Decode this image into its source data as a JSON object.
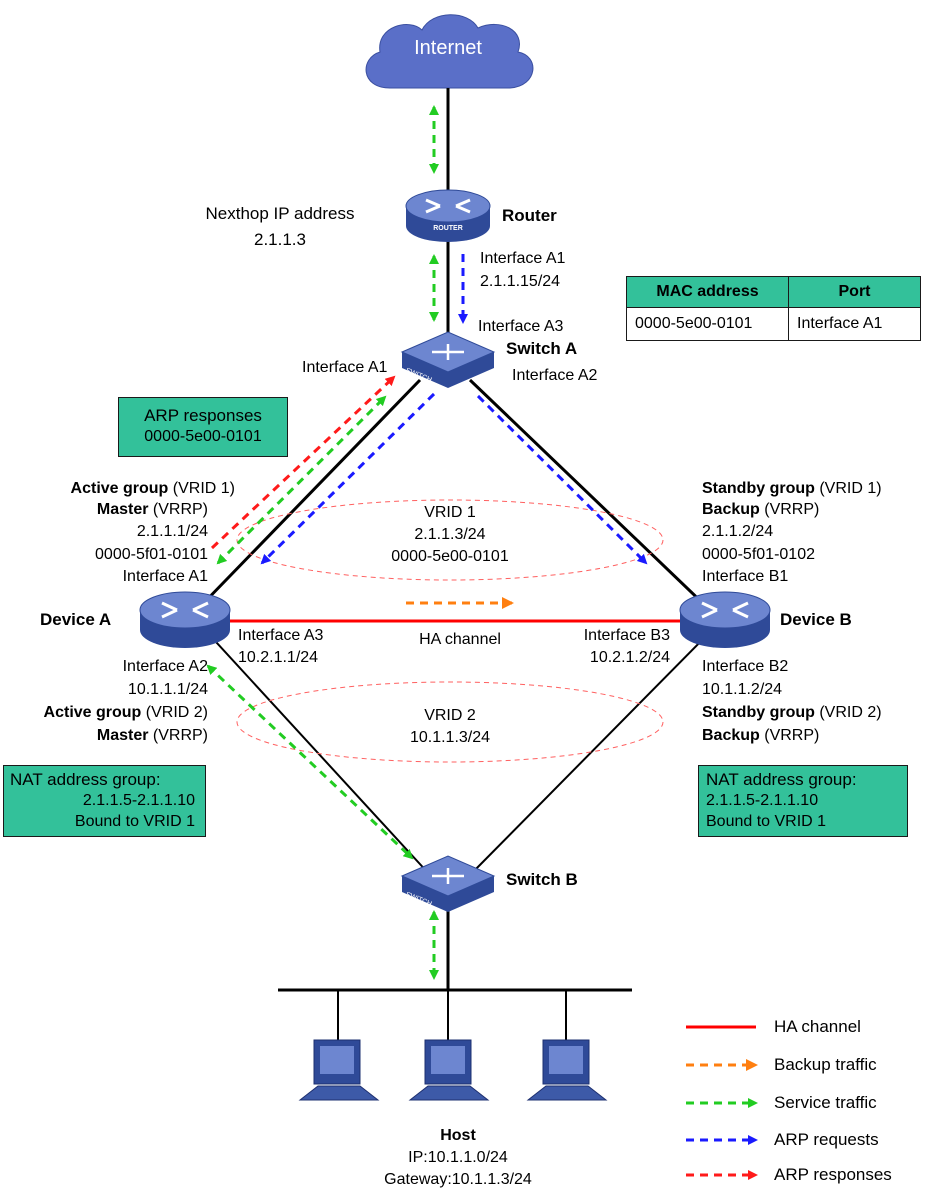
{
  "internet": {
    "label": "Internet"
  },
  "router": {
    "name": "Router",
    "badge": "ROUTER",
    "nexthop_title": "Nexthop IP address",
    "nexthop_ip": "2.1.1.3",
    "if_name": "Interface A1",
    "if_ip": "2.1.1.15/24"
  },
  "switch_a": {
    "name": "Switch A",
    "badge": "SWITCH",
    "if_a3": "Interface A3",
    "if_a1": "Interface A1",
    "if_a2": "Interface A2"
  },
  "switch_b": {
    "name": "Switch B",
    "badge": "SWITCH"
  },
  "mac_table": {
    "headers": [
      "MAC address",
      "Port"
    ],
    "rows": [
      [
        "0000-5e00-0101",
        "Interface A1"
      ]
    ]
  },
  "arp_box": {
    "line1": "ARP responses",
    "line2": "0000-5e00-0101"
  },
  "device_a": {
    "name": "Device A",
    "group1": "Active group",
    "group1_suffix": " (VRID 1)",
    "role1": "Master",
    "role1_suffix": " (VRRP)",
    "ip1": "2.1.1.1/24",
    "mac1": "0000-5f01-0101",
    "if1": "Interface A1",
    "if3": "Interface A3",
    "ip3": "10.2.1.1/24",
    "if2": "Interface A2",
    "ip2": "10.1.1.1/24",
    "group2": "Active group",
    "group2_suffix": " (VRID 2)",
    "role2": "Master",
    "role2_suffix": " (VRRP)"
  },
  "device_b": {
    "name": "Device B",
    "group1": "Standby group",
    "group1_suffix": " (VRID 1)",
    "role1": "Backup",
    "role1_suffix": " (VRRP)",
    "ip1": "2.1.1.2/24",
    "mac1": "0000-5f01-0102",
    "if1": "Interface B1",
    "if3": "Interface B3",
    "ip3": "10.2.1.2/24",
    "if2": "Interface B2",
    "ip2": "10.1.1.2/24",
    "group2": "Standby group",
    "group2_suffix": " (VRID 2)",
    "role2": "Backup",
    "role2_suffix": " (VRRP)"
  },
  "vrid1": {
    "title": "VRID 1",
    "ip": "2.1.1.3/24",
    "mac": "0000-5e00-0101"
  },
  "vrid2": {
    "title": "VRID 2",
    "ip": "10.1.1.3/24"
  },
  "ha_channel": "HA channel",
  "nat_a": {
    "line1": "NAT  address group:",
    "line2": "2.1.1.5-2.1.1.10",
    "line3": "Bound to VRID 1"
  },
  "nat_b": {
    "line1": "NAT address group:",
    "line2": "2.1.1.5-2.1.1.10",
    "line3": "Bound to VRID 1"
  },
  "host": {
    "name": "Host",
    "ip": "IP:10.1.1.0/24",
    "gateway": "Gateway:10.1.1.3/24"
  },
  "legend": [
    {
      "label": "HA channel",
      "color": "#ff0000",
      "style": "solid"
    },
    {
      "label": "Backup traffic",
      "color": "#ff7f10",
      "style": "dashed-arrow"
    },
    {
      "label": "Service traffic",
      "color": "#22cc22",
      "style": "dashed-arrow"
    },
    {
      "label": "ARP requests",
      "color": "#1a1aff",
      "style": "dashed-arrow"
    },
    {
      "label": "ARP responses",
      "color": "#ff1a1a",
      "style": "dashed-arrow"
    }
  ],
  "colors": {
    "box_fill": "#33c19a",
    "device_blue": "#3d5aa8",
    "cloud": "#5a6fc8"
  }
}
